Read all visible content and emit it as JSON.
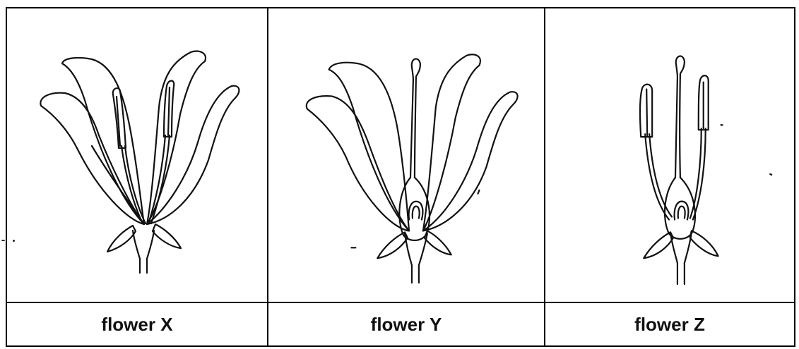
{
  "figure": {
    "panels": [
      {
        "id": "X",
        "label": "flower X",
        "has_stamens": true,
        "has_carpel": false,
        "has_petals": true
      },
      {
        "id": "Y",
        "label": "flower Y",
        "has_stamens": false,
        "has_carpel": true,
        "has_petals": true
      },
      {
        "id": "Z",
        "label": "flower Z",
        "has_stamens": true,
        "has_carpel": true,
        "has_petals": false
      }
    ]
  }
}
